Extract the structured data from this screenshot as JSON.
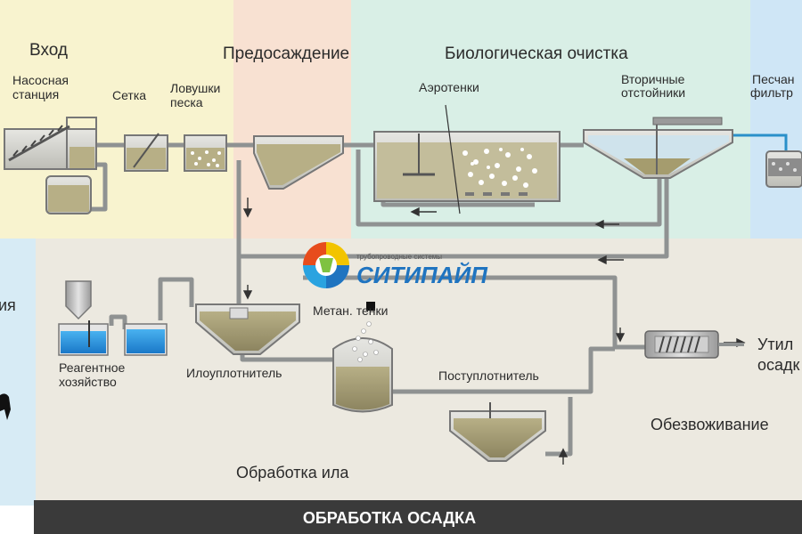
{
  "zones": {
    "inlet": "Вход",
    "pre_settling": "Предосаждение",
    "bio_treatment": "Биологическая очистка",
    "sludge_treatment": "Обработка ила",
    "dewatering": "Обезвоживание",
    "left_fragment": "ия"
  },
  "equipment": {
    "pump_station": [
      "Насосная",
      "станция"
    ],
    "screen": "Сетка",
    "sand_trap": [
      "Ловушки",
      "песка"
    ],
    "aerotanks": "Аэротенки",
    "secondary_clarifiers": [
      "Вторичные",
      "отстойники"
    ],
    "sand_filters": [
      "Песчан",
      "фильтр"
    ],
    "reagent_facility": [
      "Реагентное",
      "хозяйство"
    ],
    "sludge_thickener": "Илоуплотнитель",
    "methane_tanks": "Метан. тенки",
    "post_thickener": "Поступлотнитель",
    "disposal": [
      "Утил",
      "осадк"
    ]
  },
  "logo": {
    "tagline": "трубопроводные системы",
    "brand": "СИТИПАЙП"
  },
  "footer": {
    "title": "ОБРАБОТКА ОСАДКА"
  },
  "colors": {
    "inlet_zone": "#f8f3cf",
    "pre_zone": "#f8e1d2",
    "bio_zone": "#d9efe6",
    "filter_zone": "#cfe6f6",
    "sludge_zone": "#ece9e0",
    "footer_bar": "#3a3a3a",
    "pipe": "#8f9292",
    "liquid": "#a9a380",
    "reagent": "#1c8ad6",
    "logo_blue": "#1f74c0"
  }
}
